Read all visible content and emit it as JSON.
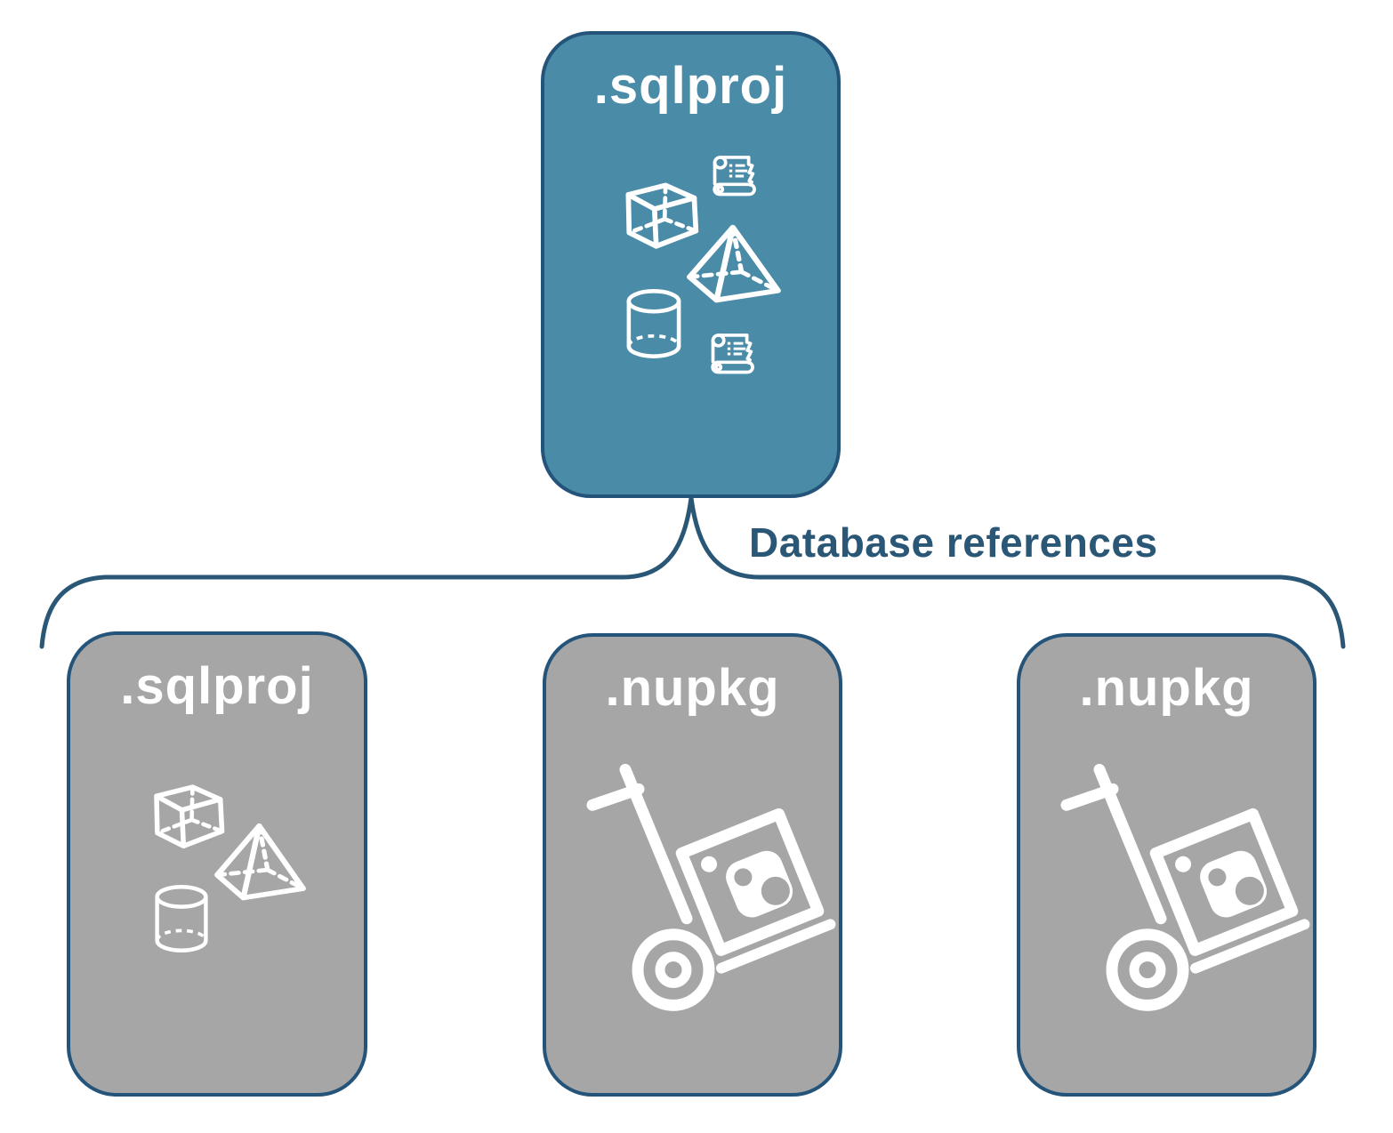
{
  "colors": {
    "teal": "#4A8BA8",
    "navy": "#24547A",
    "text_navy": "#2B5777",
    "gray": "#A6A6A6",
    "icon_white": "#FFFFFF"
  },
  "diagram": {
    "parent": {
      "label": ".sqlproj",
      "icons": [
        "script-scroll",
        "cube",
        "pyramid",
        "cylinder",
        "script-scroll"
      ]
    },
    "connector": {
      "label": "Database references"
    },
    "children": [
      {
        "label": ".sqlproj",
        "icons": [
          "cube",
          "pyramid",
          "cylinder"
        ]
      },
      {
        "label": ".nupkg",
        "icons": [
          "nuget-package-dolly"
        ]
      },
      {
        "label": ".nupkg",
        "icons": [
          "nuget-package-dolly"
        ]
      }
    ]
  }
}
